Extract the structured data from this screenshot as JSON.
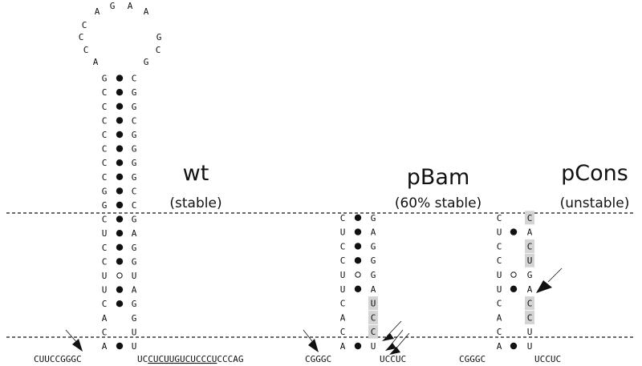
{
  "labels": {
    "wt": "wt",
    "wt_state": "(stable)",
    "pbam": "pBam",
    "pbam_state": "(60% stable)",
    "pcons": "pCons",
    "pcons_state": "(unstable)"
  },
  "wt": {
    "loop": [
      "A",
      "G",
      "A",
      "A",
      "C",
      "G",
      "C",
      "C",
      "C",
      "A",
      "G",
      "G"
    ],
    "stem": [
      {
        "l": "G",
        "p": "dot",
        "r": "C"
      },
      {
        "l": "C",
        "p": "dot",
        "r": "G"
      },
      {
        "l": "C",
        "p": "dot",
        "r": "G"
      },
      {
        "l": "C",
        "p": "dot",
        "r": "C"
      },
      {
        "l": "C",
        "p": "dot",
        "r": "G"
      },
      {
        "l": "C",
        "p": "dot",
        "r": "G"
      },
      {
        "l": "C",
        "p": "dot",
        "r": "G"
      },
      {
        "l": "C",
        "p": "dot",
        "r": "G"
      },
      {
        "l": "G",
        "p": "dot",
        "r": "C"
      },
      {
        "l": "G",
        "p": "dot",
        "r": "C"
      },
      {
        "l": "C",
        "p": "dot",
        "r": "G"
      },
      {
        "l": "U",
        "p": "dot",
        "r": "A"
      },
      {
        "l": "C",
        "p": "dot",
        "r": "G"
      },
      {
        "l": "C",
        "p": "dot",
        "r": "G"
      },
      {
        "l": "U",
        "p": "circle",
        "r": "U"
      },
      {
        "l": "U",
        "p": "dot",
        "r": "A"
      },
      {
        "l": "C",
        "p": "dot",
        "r": "G"
      },
      {
        "l": "A",
        "p": "",
        "r": "G"
      },
      {
        "l": "C",
        "p": "",
        "r": "U"
      },
      {
        "l": "A",
        "p": "dot",
        "r": "U"
      }
    ],
    "seq_left": "CUUCCGGGC",
    "seq_right_pre": "UC",
    "seq_right_underlined": "CUCUUGUCUCCCU",
    "seq_right_post": "CCCAG"
  },
  "pbam": {
    "stem": [
      {
        "l": "C",
        "p": "dot",
        "r": "G",
        "h": false
      },
      {
        "l": "U",
        "p": "dot",
        "r": "A",
        "h": false
      },
      {
        "l": "C",
        "p": "dot",
        "r": "G",
        "h": false
      },
      {
        "l": "C",
        "p": "dot",
        "r": "G",
        "h": false
      },
      {
        "l": "U",
        "p": "circle",
        "r": "G",
        "h": false
      },
      {
        "l": "U",
        "p": "dot",
        "r": "A",
        "h": false
      },
      {
        "l": "C",
        "p": "",
        "r": "U",
        "h": true
      },
      {
        "l": "A",
        "p": "",
        "r": "C",
        "h": true
      },
      {
        "l": "C",
        "p": "",
        "r": "C",
        "h": true
      },
      {
        "l": "A",
        "p": "dot",
        "r": "U",
        "h": false
      }
    ],
    "seq_left": "CGGGC",
    "seq_right": "UCCUC"
  },
  "pcons": {
    "stem": [
      {
        "l": "C",
        "p": "",
        "r": "C",
        "h": true
      },
      {
        "l": "U",
        "p": "dot",
        "r": "A",
        "h": false
      },
      {
        "l": "C",
        "p": "",
        "r": "C",
        "h": true
      },
      {
        "l": "C",
        "p": "",
        "r": "U",
        "h": true
      },
      {
        "l": "U",
        "p": "circle",
        "r": "G",
        "h": false
      },
      {
        "l": "U",
        "p": "dot",
        "r": "A",
        "h": false
      },
      {
        "l": "C",
        "p": "",
        "r": "C",
        "h": true
      },
      {
        "l": "A",
        "p": "",
        "r": "C",
        "h": true
      },
      {
        "l": "C",
        "p": "",
        "r": "U",
        "h": false
      },
      {
        "l": "A",
        "p": "dot",
        "r": "U",
        "h": false
      }
    ],
    "seq_left": "CGGGC",
    "seq_right": "UCCUC"
  },
  "colors": {
    "ink": "#111111",
    "highlight": "#d4d4d4"
  }
}
